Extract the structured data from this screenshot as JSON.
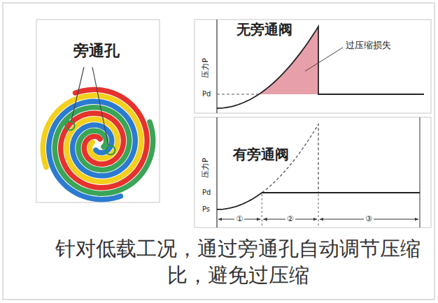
{
  "diagram": {
    "caption": "针对低载工况，通过旁通孔自动调节压缩比，避免过压缩",
    "labels": [
      "旁通孔",
      "无旁通阀",
      "过压缩损失",
      "压力P",
      "Pd",
      "有旁通阀",
      "压力P",
      "Pd",
      "Ps",
      "①",
      "②",
      "③"
    ]
  }
}
